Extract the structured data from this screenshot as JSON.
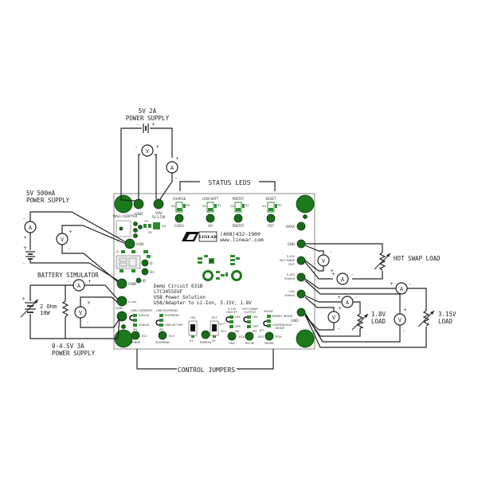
{
  "diagram": {
    "supplies": {
      "top": {
        "line1": "5V 2A",
        "line2": "POWER SUPPLY"
      },
      "left": {
        "line1": "5V 500mA",
        "line2": "POWER SUPPLY"
      },
      "battery_sim": {
        "title": "BATTERY SIMULATOR",
        "resistor": "2 Ohm",
        "power": "10W",
        "line1": "0-4.5V 3A",
        "line2": "POWER SUPPLY"
      }
    },
    "group_labels": {
      "status_leds": "STATUS LEDS",
      "control_jumpers": "CONTROL JUMPERS"
    },
    "loads": {
      "hot_swap": "HOT SWAP LOAD",
      "l18_line1": "1.8V",
      "l18_line2": "LOAD",
      "l315_line1": "3.15V",
      "l315_line2": "LOAD"
    },
    "meters": {
      "ammeter": "A",
      "voltmeter": "V",
      "plus": "+",
      "minus": "-"
    },
    "board": {
      "phone": "(408)432-1900",
      "web": "www.linear.com",
      "logo": "LINEAR TECHNOLOGY",
      "title1": "Demo Circuit 631B",
      "title2": "LTC3455EUF",
      "title3": "USB Power Solution",
      "title4": "USB/Adapter to Li-Ion, 3.15V, 1.8V",
      "wall_adapter": "WALL ADAPTER",
      "gnd": "GND",
      "vin": "VIN",
      "vin_zener": "5V 2.5W",
      "usb": "USB",
      "li_ion": "Li-Ion",
      "d_minus": "D-",
      "d_plus": "D+",
      "id": "ID",
      "j1": "J1",
      "j2": "J2",
      "d3": "D3",
      "d4": "D4",
      "c9": "C9",
      "leds": [
        {
          "title": "CHARGE",
          "pad": "CHRG",
          "ref": "D4",
          "res": "R5"
        },
        {
          "title": "LOW BATT",
          "pad": "AO",
          "ref": "D1",
          "res": "R1"
        },
        {
          "title": "PBSTAT",
          "pad": "PBSTAT",
          "ref": "D2",
          "res": "R2"
        },
        {
          "title": "RESET",
          "pad": "RST",
          "ref": "D3",
          "res": "R3"
        }
      ],
      "right_pads": [
        {
          "label": "VMAX"
        },
        {
          "label": "GND"
        },
        {
          "label": "3.15V HOT SWAP OUT"
        },
        {
          "label": "3.15V 500mA"
        },
        {
          "label": "1.8V 400mA"
        },
        {
          "label": "GND"
        }
      ],
      "jumpers": [
        {
          "title": "USB CURRENT",
          "opt1": "500mA",
          "opt2": "100mA",
          "ref": "JP4",
          "pad": "USBHP",
          "res": "R22"
        },
        {
          "title": "USB SUSPEND",
          "opt1": "SUSPEND",
          "opt2": "USB ACTIVE",
          "ref": "JP5",
          "pad": "SUSPEND",
          "res": "R23"
        },
        {
          "title": "ON",
          "opt1": "",
          "opt2": "",
          "ref": "S1",
          "pad": "PWRON",
          "res": ""
        },
        {
          "title": "OFF",
          "opt1": "",
          "opt2": "",
          "ref": "S2",
          "pad": "",
          "res": "R17"
        },
        {
          "title": "3.15V ON/OFF",
          "opt1": "ON",
          "opt2": "OFF",
          "ref": "JP6",
          "pad": "ON2",
          "res": "R19"
        },
        {
          "title": "HOT SWAP OUTPUT",
          "opt1": "ON",
          "opt2": "OFF",
          "ref": "JP3",
          "pad": "HSON",
          "res": "R16"
        },
        {
          "title": "MODE",
          "opt1": "BURST MODE",
          "opt2": "CONTINUOUS MODE",
          "ref": "JP1",
          "pad": "MODE",
          "res": "R20",
          "pad2": "TP25"
        }
      ]
    }
  },
  "colors": {
    "pad": "#1a6b1a",
    "wire": "#222222",
    "board_outline": "#888888"
  }
}
